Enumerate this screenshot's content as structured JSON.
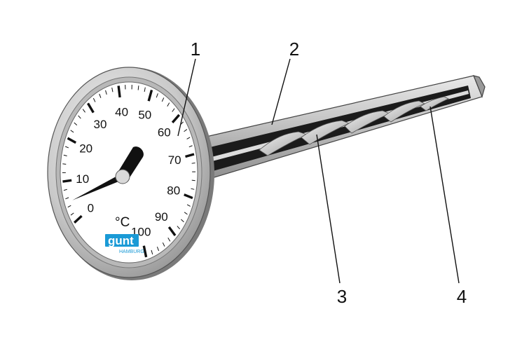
{
  "gauge": {
    "unit": "°C",
    "scale_min": 0,
    "scale_max": 100,
    "major_labels": [
      "0",
      "10",
      "20",
      "30",
      "40",
      "50",
      "60",
      "70",
      "80",
      "90",
      "100"
    ],
    "needle_value": 5,
    "logo": {
      "brand": "gunt",
      "sub": "HAMBURG"
    }
  },
  "callouts": [
    {
      "label": "1"
    },
    {
      "label": "2"
    },
    {
      "label": "3"
    },
    {
      "label": "4"
    }
  ],
  "colors": {
    "bezel": "#bdbdbd",
    "stem": "#c6c6c6",
    "slot": "#1a1a1a",
    "logo": "#1a9ad6"
  }
}
